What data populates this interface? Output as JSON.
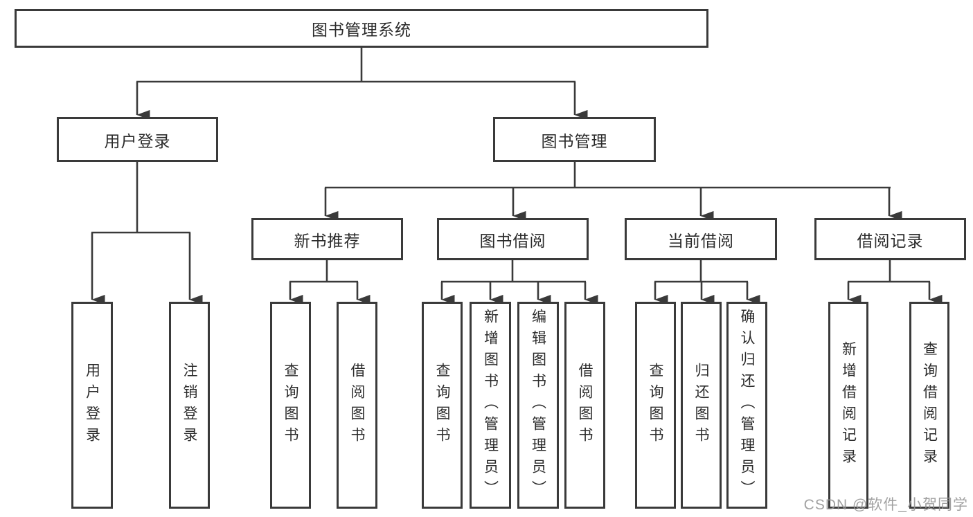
{
  "diagram_type": "hierarchy-tree",
  "tree": {
    "root": {
      "label": "图书管理系统",
      "children": [
        {
          "label": "用户登录",
          "children": [
            {
              "label": "用户登录"
            },
            {
              "label": "注销登录"
            }
          ]
        },
        {
          "label": "图书管理",
          "children": [
            {
              "label": "新书推荐",
              "children": [
                {
                  "label": "查询图书"
                },
                {
                  "label": "借阅图书"
                }
              ]
            },
            {
              "label": "图书借阅",
              "children": [
                {
                  "label": "查询图书"
                },
                {
                  "label": "新增图书（管理员）"
                },
                {
                  "label": "编辑图书（管理员）"
                },
                {
                  "label": "借阅图书"
                }
              ]
            },
            {
              "label": "当前借阅",
              "children": [
                {
                  "label": "查询图书"
                },
                {
                  "label": "归还图书"
                },
                {
                  "label": "确认归还（管理员）"
                }
              ]
            },
            {
              "label": "借阅记录",
              "children": [
                {
                  "label": "新增借阅记录"
                },
                {
                  "label": "查询借阅记录"
                }
              ]
            }
          ]
        }
      ]
    }
  },
  "watermark": {
    "text": "CSDN @软件_小贺同学"
  },
  "colors": {
    "line": "#3a3a3a",
    "box_border": "#3a3a3a",
    "text": "#2b2b2b",
    "watermark": "#949494",
    "background": "#ffffff"
  }
}
